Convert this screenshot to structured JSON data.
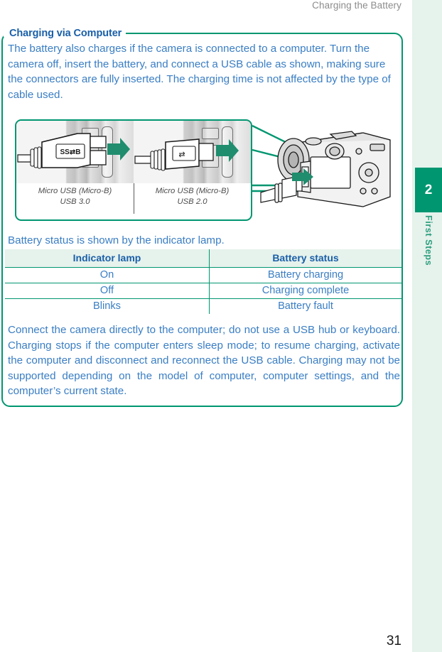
{
  "page": {
    "running_head": "Charging the Battery",
    "folio": "31"
  },
  "chapter_rail": {
    "number": "2",
    "label": "First Steps",
    "tab_color": "#009670",
    "rail_color": "#e6f2ec",
    "label_color": "#2e9e7e"
  },
  "note_box": {
    "title": "Charging via Computer",
    "border_color": "#009670",
    "title_color": "#1a5fa8",
    "body_color": "#3a7ec4",
    "body": "The battery also charges if the camera is connected to a computer. Turn the camera off, insert the battery, and connect a USB cable as shown, making sure the connectors are fully inserted. The charging time is not affected by the type of cable used.",
    "lead_line": "Battery status is shown by the indicator lamp.",
    "closing": "Connect the camera directly to the computer; do not use a USB hub or keyboard. Charging stops if the computer enters sleep mode; to resume charging, activate the computer and disconnect and reconnect the USB cable. Charging may not be supported depending on the model of computer, computer settings, and the computer’s current state."
  },
  "illustration": {
    "left_panel": {
      "caption_line1": "Micro USB (Micro-B)",
      "caption_line2": "USB 3.0",
      "connector_marking": "SS⇄ B"
    },
    "right_panel": {
      "caption_line1": "Micro USB (Micro-B)",
      "caption_line2": "USB 2.0",
      "connector_marking": "⇄"
    },
    "camera_label": "camera-rear-with-usb-cable",
    "callout_color": "#009670"
  },
  "status_table": {
    "headers": [
      "Indicator lamp",
      "Battery status"
    ],
    "rows": [
      [
        "On",
        "Battery charging"
      ],
      [
        "Off",
        "Charging complete"
      ],
      [
        "Blinks",
        "Battery fault"
      ]
    ],
    "header_bg": "#e6f2ec",
    "rule_color": "#009670"
  }
}
